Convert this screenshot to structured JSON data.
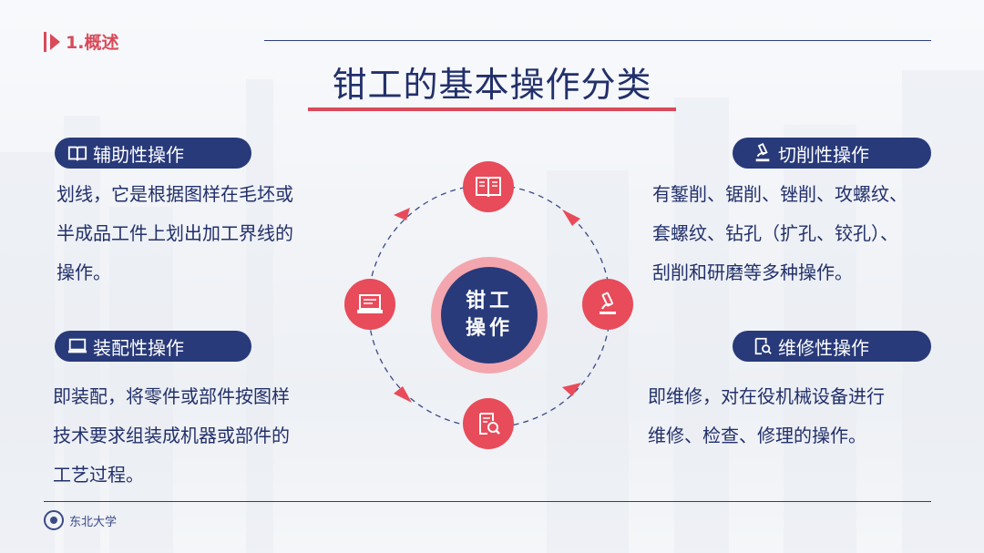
{
  "section": {
    "label": "1.概述"
  },
  "title": "钳工的基本操作分类",
  "center": {
    "line1": "钳工",
    "line2": "操作"
  },
  "categories": {
    "auxiliary": {
      "label": "辅助性操作",
      "lines": [
        "划线，它是根据图样在毛坯或",
        "半成品工件上划出加工界线的",
        "操作。"
      ]
    },
    "cutting": {
      "label": "切削性操作",
      "lines": [
        "有錾削、锯削、锉削、攻螺纹、",
        "套螺纹、钻孔（扩孔、铰孔）、",
        "刮削和研磨等多种操作。"
      ]
    },
    "assembly": {
      "label": "装配性操作",
      "lines": [
        "即装配，将零件或部件按图样",
        "技术要求组装成机器或部件的",
        "工艺过程。"
      ]
    },
    "maintenance": {
      "label": "维修性操作",
      "lines": [
        "即维修，对在役机械设备进行",
        "维修、检查、修理的操作。"
      ]
    }
  },
  "footer": {
    "logo_text": "东北大学"
  },
  "colors": {
    "navy": "#283a7a",
    "accent": "#e84b5a",
    "ring": "#f3a6ae"
  }
}
